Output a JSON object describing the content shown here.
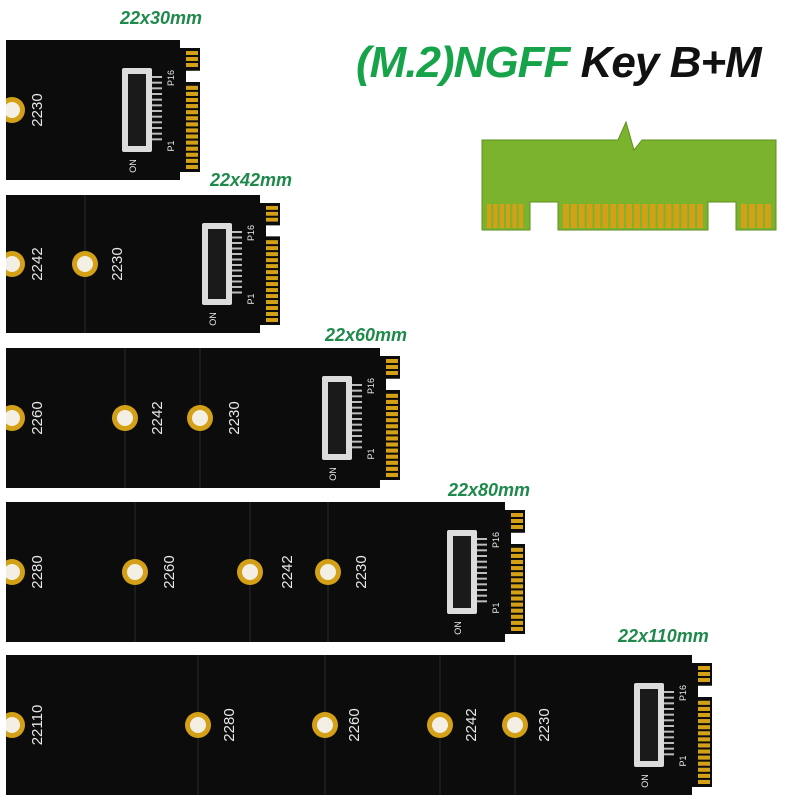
{
  "title": {
    "prefix": "(M.2)NGFF",
    "suffix": "Key B+M"
  },
  "colors": {
    "accent_green": "#1f8a4c",
    "pcb_green": "#7cb32c",
    "gold": "#d4a017",
    "board_black": "#0c0c0c"
  },
  "boards": [
    {
      "size_label": "22x30mm",
      "positions": [
        "2230"
      ]
    },
    {
      "size_label": "22x42mm",
      "positions": [
        "2242",
        "2230"
      ]
    },
    {
      "size_label": "22x60mm",
      "positions": [
        "2260",
        "2242",
        "2230"
      ]
    },
    {
      "size_label": "22x80mm",
      "positions": [
        "2280",
        "2260",
        "2242",
        "2230"
      ]
    },
    {
      "size_label": "22x110mm",
      "positions": [
        "22110",
        "2280",
        "2260",
        "2242",
        "2230"
      ]
    }
  ],
  "connector_labels": {
    "top": "P16",
    "bottom": "P1",
    "marker": "ON"
  }
}
